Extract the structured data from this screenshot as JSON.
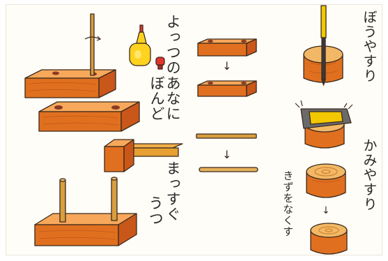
{
  "captions": {
    "drill_holes_line1": "よっつのあなに",
    "drill_holes_line2": "ぼんど",
    "hammer_line1": "まっすぐ",
    "hammer_line2": "うつ",
    "file_stick": "ぼうやすり",
    "sandpaper": "かみやすり",
    "remove_scratches": "きずをなくす"
  },
  "arrows": {
    "glyph": "↓"
  },
  "colors": {
    "wood_top": "#f7a85a",
    "wood_front": "#e0701f",
    "wood_side": "#c9571a",
    "hole": "#8a3a24",
    "dowel": "#d99e3e",
    "glue_bottle": "#ffd21f",
    "glue_cap": "#e0362b",
    "file_handle": "#f2c800",
    "sandpaper": "#5a5a5a",
    "outline": "#3b2a1e"
  }
}
